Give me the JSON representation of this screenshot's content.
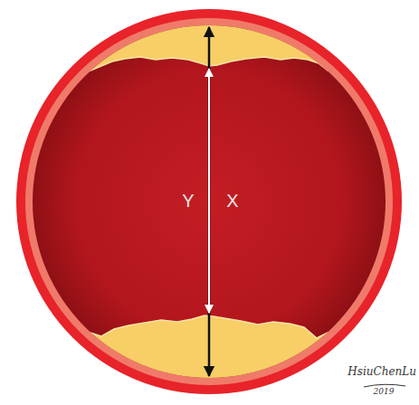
{
  "diagram": {
    "labels": [
      "Y",
      "X",
      "HsiuChenLu",
      "2019"
    ]
  }
}
